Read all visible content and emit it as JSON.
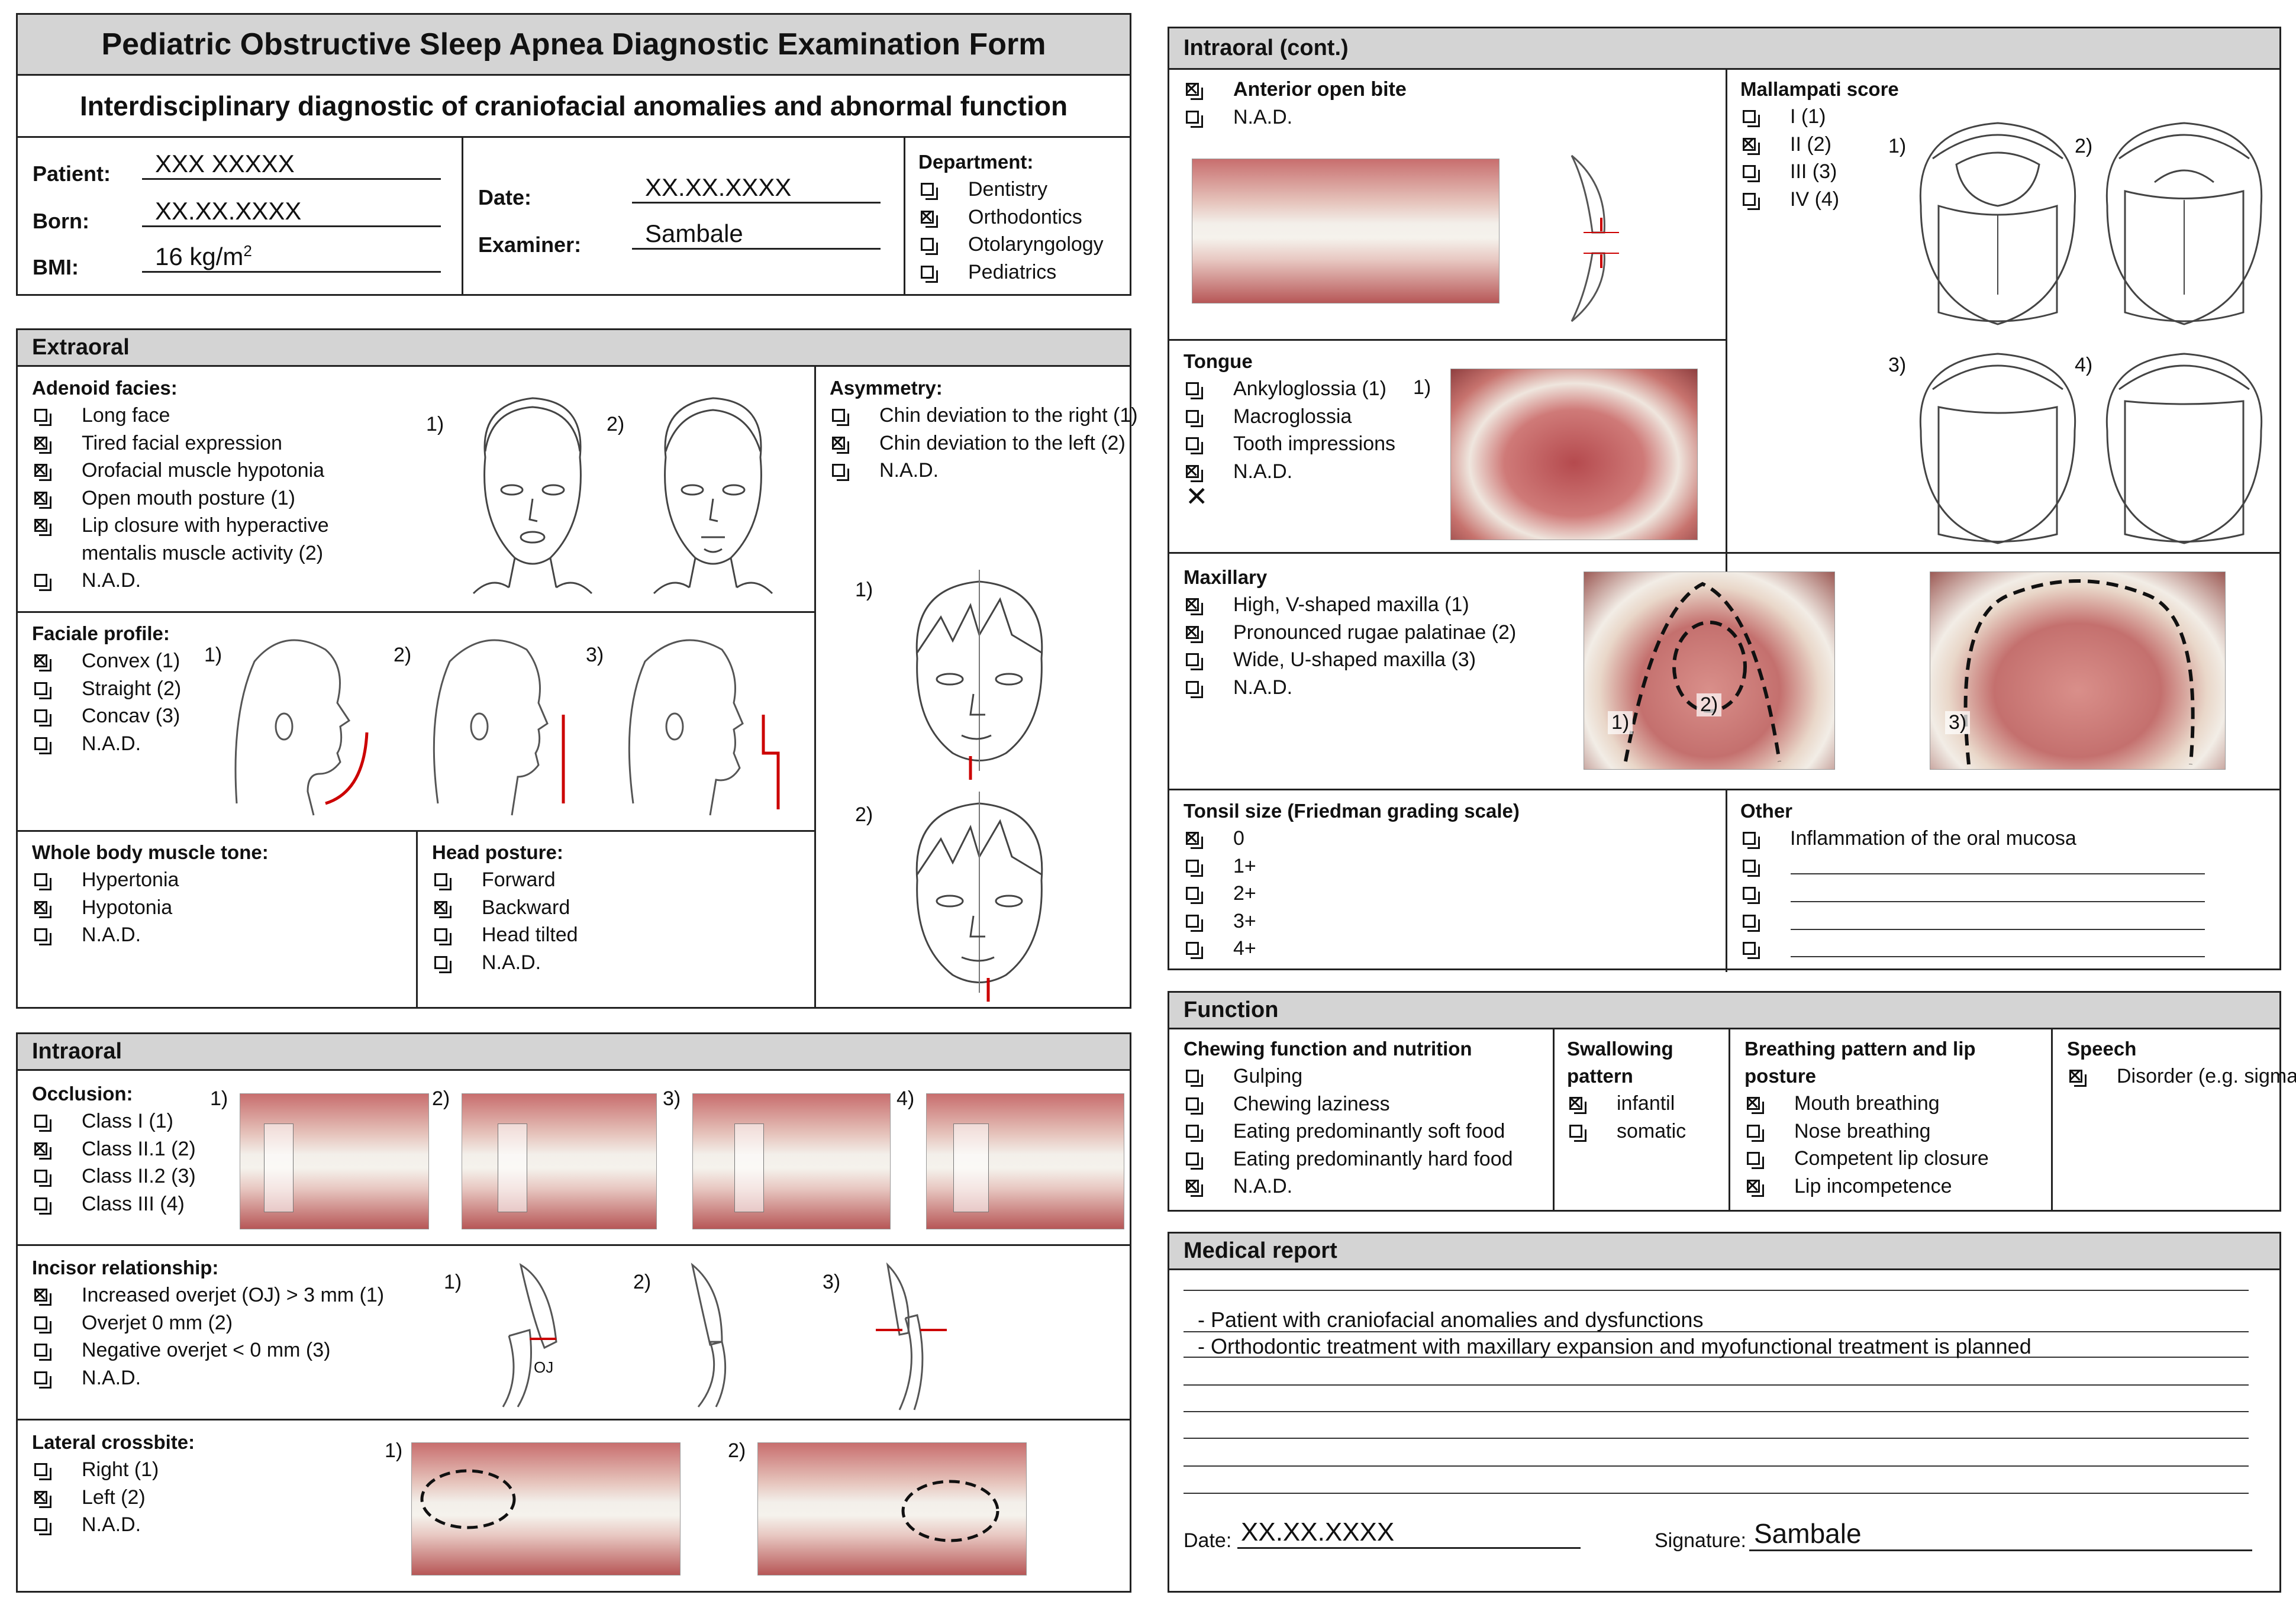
{
  "title": "Pediatric Obstructive Sleep Apnea Diagnostic Examination Form",
  "subtitle": "Interdisciplinary diagnostic of craniofacial anomalies and abnormal function",
  "patient": {
    "patient_label": "Patient:",
    "patient_value": "XXX XXXXX",
    "born_label": "Born:",
    "born_value": "XX.XX.XXXX",
    "bmi_label": "BMI:",
    "bmi_value": "16 kg/m",
    "bmi_sup": "2"
  },
  "exam": {
    "date_label": "Date:",
    "date_value": "XX.XX.XXXX",
    "examiner_label": "Examiner:",
    "examiner_value": "Sambale"
  },
  "department": {
    "label": "Department:",
    "options": [
      {
        "label": "Dentistry",
        "checked": false
      },
      {
        "label": "Orthodontics",
        "checked": true
      },
      {
        "label": "Otolaryngology",
        "checked": false
      },
      {
        "label": "Pediatrics",
        "checked": false
      }
    ]
  },
  "extraoral": {
    "header": "Extraoral",
    "adenoid": {
      "title": "Adenoid facies:",
      "options": [
        {
          "label": "Long face",
          "checked": false
        },
        {
          "label": "Tired facial expression",
          "checked": true
        },
        {
          "label": "Orofacial muscle hypotonia",
          "checked": true
        },
        {
          "label": "Open mouth posture (1)",
          "checked": true
        },
        {
          "label": "Lip closure with hyperactive mentalis muscle activity (2)",
          "checked": true
        },
        {
          "label": "N.A.D.",
          "checked": false
        }
      ],
      "fig1": "1)",
      "fig2": "2)"
    },
    "asymmetry": {
      "title": "Asymmetry:",
      "options": [
        {
          "label": "Chin deviation to the right (1)",
          "checked": false
        },
        {
          "label": "Chin deviation to the left (2)",
          "checked": true
        },
        {
          "label": "N.A.D.",
          "checked": false
        }
      ],
      "fig1": "1)",
      "fig2": "2)"
    },
    "profile": {
      "title": "Faciale profile:",
      "options": [
        {
          "label": "Convex (1)",
          "checked": true
        },
        {
          "label": "Straight (2)",
          "checked": false
        },
        {
          "label": "Concav (3)",
          "checked": false
        },
        {
          "label": "N.A.D.",
          "checked": false
        }
      ],
      "fig1": "1)",
      "fig2": "2)",
      "fig3": "3)"
    },
    "tone": {
      "title": "Whole body muscle tone:",
      "options": [
        {
          "label": "Hypertonia",
          "checked": false
        },
        {
          "label": "Hypotonia",
          "checked": true
        },
        {
          "label": "N.A.D.",
          "checked": false
        }
      ]
    },
    "posture": {
      "title": "Head posture:",
      "options": [
        {
          "label": "Forward",
          "checked": false
        },
        {
          "label": "Backward",
          "checked": true
        },
        {
          "label": "Head tilted",
          "checked": false
        },
        {
          "label": "N.A.D.",
          "checked": false
        }
      ]
    }
  },
  "intraoral": {
    "header": "Intraoral",
    "occlusion": {
      "title": "Occlusion:",
      "options": [
        {
          "label": "Class I (1)",
          "checked": false
        },
        {
          "label": "Class II.1 (2)",
          "checked": true
        },
        {
          "label": "Class II.2 (3)",
          "checked": false
        },
        {
          "label": "Class III (4)",
          "checked": false
        }
      ],
      "figs": [
        "1)",
        "2)",
        "3)",
        "4)"
      ]
    },
    "incisor": {
      "title": "Incisor relationship:",
      "options": [
        {
          "label": "Increased overjet (OJ) > 3 mm (1)",
          "checked": true
        },
        {
          "label": "Overjet 0 mm (2)",
          "checked": false
        },
        {
          "label": "Negative overjet < 0 mm (3)",
          "checked": false
        },
        {
          "label": "N.A.D.",
          "checked": false
        }
      ],
      "figs": [
        "1)",
        "2)",
        "3)"
      ],
      "oj": "OJ"
    },
    "crossbite": {
      "title": "Lateral crossbite:",
      "options": [
        {
          "label": "Right (1)",
          "checked": false
        },
        {
          "label": "Left (2)",
          "checked": true
        },
        {
          "label": "N.A.D.",
          "checked": false
        }
      ],
      "figs": [
        "1)",
        "2)"
      ]
    }
  },
  "intraoral_cont": {
    "header": "Intraoral (cont.)",
    "openbite": {
      "options": [
        {
          "label": "Anterior open bite",
          "checked": true,
          "bold": true
        },
        {
          "label": "N.A.D.",
          "checked": false
        }
      ]
    },
    "mallampati": {
      "title": "Mallampati score",
      "options": [
        {
          "label": "I (1)",
          "checked": false
        },
        {
          "label": "II (2)",
          "checked": true
        },
        {
          "label": "III (3)",
          "checked": false
        },
        {
          "label": "IV (4)",
          "checked": false
        }
      ],
      "figs": [
        "1)",
        "2)",
        "3)",
        "4)"
      ]
    },
    "tongue": {
      "title": "Tongue",
      "options": [
        {
          "label": "Ankyloglossia (1)",
          "checked": false
        },
        {
          "label": "Macroglossia",
          "checked": false
        },
        {
          "label": "Tooth impressions",
          "checked": false
        },
        {
          "label": "N.A.D.",
          "checked": true
        }
      ],
      "fig": "1)"
    },
    "maxillary": {
      "title": "Maxillary",
      "options": [
        {
          "label": "High, V-shaped maxilla (1)",
          "checked": true
        },
        {
          "label": "Pronounced rugae palatinae (2)",
          "checked": true
        },
        {
          "label": "Wide, U-shaped maxilla (3)",
          "checked": false
        },
        {
          "label": "N.A.D.",
          "checked": false
        }
      ],
      "figs": [
        "1)",
        "2)",
        "3)"
      ]
    },
    "tonsil": {
      "title": "Tonsil size (Friedman grading scale)",
      "options": [
        {
          "label": "0",
          "checked": true
        },
        {
          "label": "1+",
          "checked": false
        },
        {
          "label": "2+",
          "checked": false
        },
        {
          "label": "3+",
          "checked": false
        },
        {
          "label": "4+",
          "checked": false
        }
      ]
    },
    "other": {
      "title": "Other",
      "options": [
        {
          "label": "Inflammation of the oral mucosa",
          "checked": false
        },
        {
          "label": "",
          "checked": false
        },
        {
          "label": "",
          "checked": false
        },
        {
          "label": "",
          "checked": false
        },
        {
          "label": "",
          "checked": false
        }
      ]
    }
  },
  "function": {
    "header": "Function",
    "chewing": {
      "title": "Chewing function and nutrition",
      "options": [
        {
          "label": "Gulping",
          "checked": false
        },
        {
          "label": "Chewing laziness",
          "checked": false
        },
        {
          "label": "Eating predominantly soft food",
          "checked": false
        },
        {
          "label": "Eating predominantly hard food",
          "checked": false
        },
        {
          "label": "N.A.D.",
          "checked": true
        }
      ]
    },
    "swallowing": {
      "title": "Swallowing pattern",
      "options": [
        {
          "label": "infantil",
          "checked": true
        },
        {
          "label": "somatic",
          "checked": false
        }
      ]
    },
    "breathing": {
      "title": "Breathing pattern and lip posture",
      "options": [
        {
          "label": "Mouth breathing",
          "checked": true
        },
        {
          "label": "Nose breathing",
          "checked": false
        },
        {
          "label": "Competent lip closure",
          "checked": false
        },
        {
          "label": "Lip incompetence",
          "checked": true
        }
      ]
    },
    "speech": {
      "title": "Speech",
      "options": [
        {
          "label": "Disorder (e.g. sigmatism)",
          "checked": true
        }
      ]
    }
  },
  "report": {
    "header": "Medical report",
    "lines": [
      "- Patient with craniofacial anomalies and dysfunctions",
      "- Orthodontic treatment with maxillary expansion and myofunctional treatment is planned"
    ],
    "date_label": "Date:",
    "date_value": "XX.XX.XXXX",
    "signature_label": "Signature:",
    "signature_value": "Sambale"
  },
  "colors": {
    "header_bg": "#d4d4d4",
    "accent_red": "#cc0000",
    "border": "#222222"
  }
}
